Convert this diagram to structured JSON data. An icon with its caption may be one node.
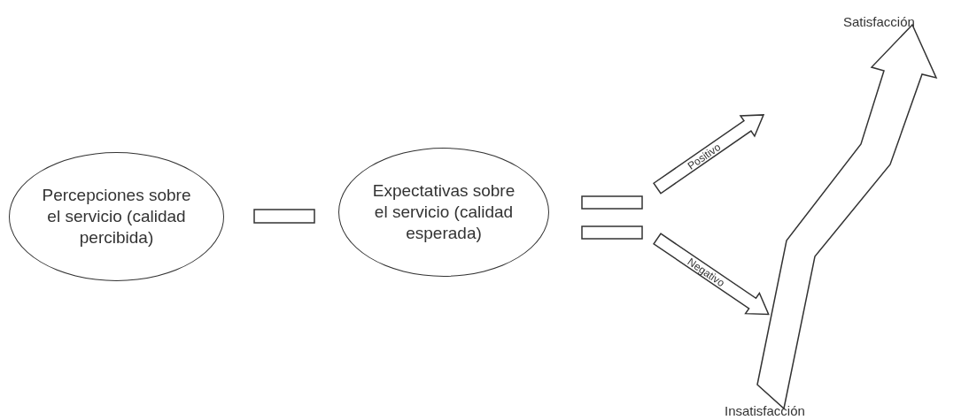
{
  "diagram": {
    "nodes": [
      {
        "text": [
          "Percepciones sobre el servicio (calidad percibida)"
        ]
      },
      {
        "text": [
          "Expectativas sobre el servicio (calidad esperada)"
        ]
      },
      {
        "text": [
          "Positivo"
        ]
      },
      {
        "text": [
          "Negativo"
        ]
      }
    ],
    "labels": [
      "Satisfacción",
      "Insatisfacción"
    ]
  }
}
